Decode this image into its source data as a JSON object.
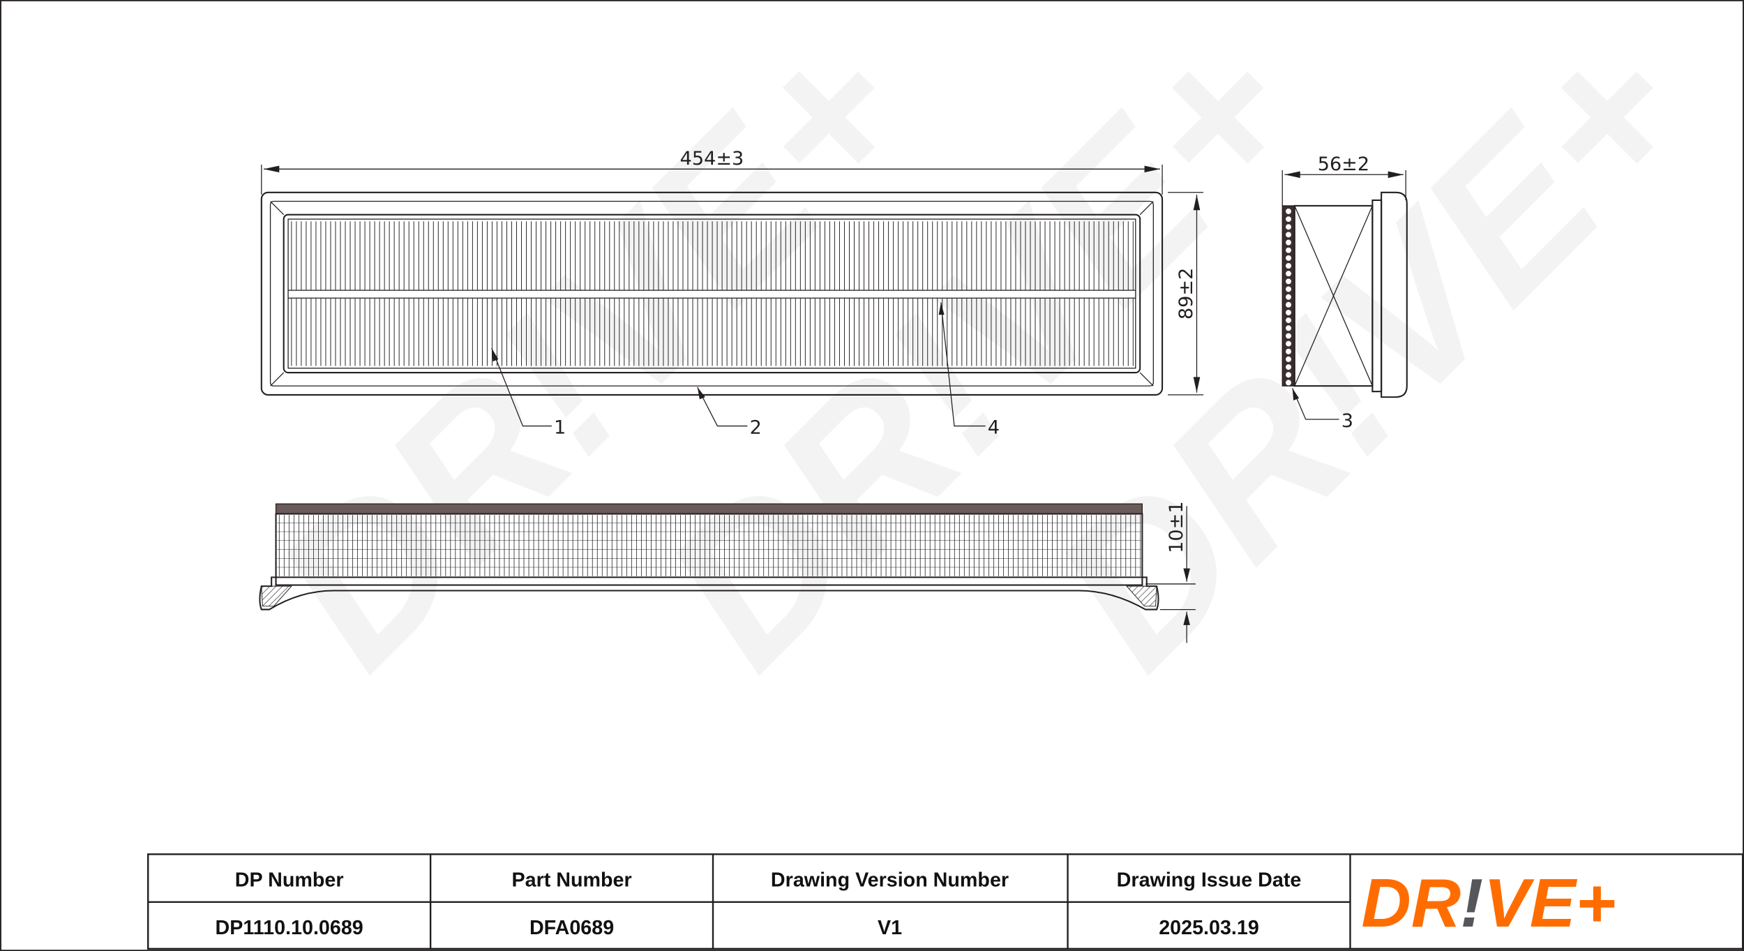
{
  "dimensions": {
    "length": "454±3",
    "width": "89±2",
    "height": "56±2",
    "flange": "10±1"
  },
  "callouts": [
    "1",
    "2",
    "3",
    "4"
  ],
  "title_block": {
    "headers": [
      "DP Number",
      "Part Number",
      "Drawing Version Number",
      "Drawing Issue Date"
    ],
    "values": [
      "DP1110.10.0689",
      "DFA0689",
      "V1",
      "2025.03.19"
    ]
  },
  "logo": {
    "text_a": "DR",
    "text_b": "!",
    "text_c": "VE+",
    "primary_color": "#ff6d00",
    "accent_color": "#55575a"
  },
  "watermark": "DR!VE+"
}
